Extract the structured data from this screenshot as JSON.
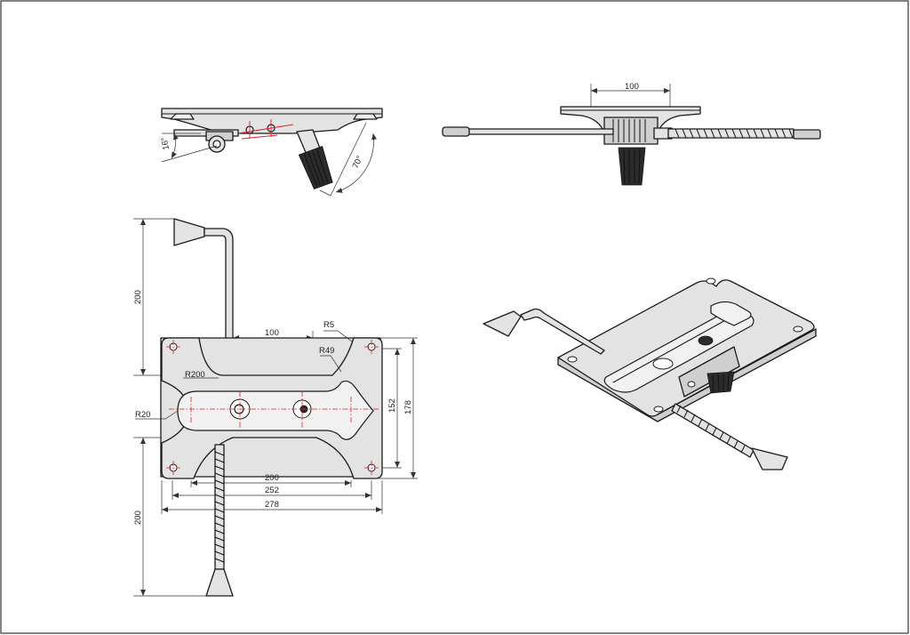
{
  "colors": {
    "outline": "#1a1a1a",
    "part_fill": "#e3e3e3",
    "centerline": "#e0202a",
    "frame": "#333333"
  },
  "side_view": {
    "angle_tilt": "16°",
    "angle_knob": "70°"
  },
  "rear_view": {
    "dim_top": "100"
  },
  "plan_view": {
    "dim_lever_top": "200",
    "dim_lever_bottom": "200",
    "dim_slot_center": "100",
    "radius_r5": "R5",
    "radius_r49": "R49",
    "radius_r200": "R200",
    "radius_r20": "R20",
    "dim_height_inner": "152",
    "dim_height_outer": "178",
    "dim_width_200": "200",
    "dim_width_252": "252",
    "dim_width_278": "278"
  },
  "iso_view": {}
}
